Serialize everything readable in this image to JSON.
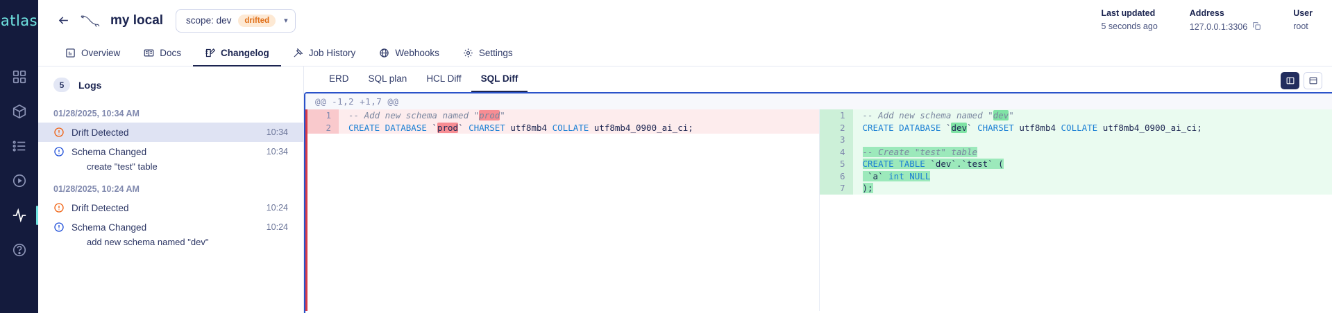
{
  "rail": {
    "logo": "atlas",
    "items": [
      {
        "name": "dashboard-icon",
        "label": "Dashboard",
        "active": false
      },
      {
        "name": "cube-icon",
        "label": "Projects",
        "active": false
      },
      {
        "name": "list-icon",
        "label": "Schemas",
        "active": false
      },
      {
        "name": "play-icon",
        "label": "Runs",
        "active": false
      },
      {
        "name": "activity-icon",
        "label": "Monitoring",
        "active": true
      },
      {
        "name": "help-icon",
        "label": "Help",
        "active": false
      }
    ]
  },
  "header": {
    "back_label": "Back",
    "title": "my local",
    "scope_label": "scope: dev",
    "scope_badge": "drifted",
    "chevron": "▾",
    "meta": [
      {
        "label": "Last updated",
        "value": "5 seconds ago"
      },
      {
        "label": "Address",
        "value": "127.0.0.1:3306"
      },
      {
        "label": "User",
        "value": "root"
      }
    ]
  },
  "tabs": [
    {
      "label": "Overview",
      "icon": "overview-icon",
      "active": false
    },
    {
      "label": "Docs",
      "icon": "docs-icon",
      "active": false
    },
    {
      "label": "Changelog",
      "icon": "changelog-icon",
      "active": true
    },
    {
      "label": "Job History",
      "icon": "job-history-icon",
      "active": false
    },
    {
      "label": "Webhooks",
      "icon": "webhooks-icon",
      "active": false
    },
    {
      "label": "Settings",
      "icon": "settings-icon",
      "active": false
    }
  ],
  "logs": {
    "count": "5",
    "title": "Logs",
    "groups": [
      {
        "date": "01/28/2025, 10:34 AM",
        "entries": [
          {
            "type": "drift",
            "label": "Drift Detected",
            "time": "10:34",
            "selected": true,
            "sub": ""
          },
          {
            "type": "schema",
            "label": "Schema Changed",
            "time": "10:34",
            "selected": false,
            "sub": "create \"test\" table"
          }
        ]
      },
      {
        "date": "01/28/2025, 10:24 AM",
        "entries": [
          {
            "type": "drift",
            "label": "Drift Detected",
            "time": "10:24",
            "selected": false,
            "sub": ""
          },
          {
            "type": "schema",
            "label": "Schema Changed",
            "time": "10:24",
            "selected": false,
            "sub": "add new schema named \"dev\""
          }
        ]
      }
    ]
  },
  "subtabs": [
    {
      "label": "ERD",
      "active": false
    },
    {
      "label": "SQL plan",
      "active": false
    },
    {
      "label": "HCL Diff",
      "active": false
    },
    {
      "label": "SQL Diff",
      "active": true
    }
  ],
  "view_toggle": [
    {
      "name": "split-view-button",
      "active": true
    },
    {
      "name": "unified-view-button",
      "active": false
    }
  ],
  "diff": {
    "hunk": "@@ -1,2 +1,7 @@",
    "left": [
      {
        "no": "1",
        "kind": "del"
      },
      {
        "no": "2",
        "kind": "del"
      },
      {
        "no": "",
        "kind": "empty"
      },
      {
        "no": "",
        "kind": "empty"
      },
      {
        "no": "",
        "kind": "empty"
      },
      {
        "no": "",
        "kind": "empty"
      },
      {
        "no": "",
        "kind": "empty"
      }
    ],
    "right": [
      {
        "no": "1",
        "kind": "add"
      },
      {
        "no": "2",
        "kind": "add"
      },
      {
        "no": "3",
        "kind": "add"
      },
      {
        "no": "4",
        "kind": "add"
      },
      {
        "no": "5",
        "kind": "add"
      },
      {
        "no": "6",
        "kind": "add"
      },
      {
        "no": "7",
        "kind": "add"
      }
    ],
    "left_text": [
      "-- Add new schema named \"prod\"",
      "CREATE DATABASE `prod` CHARSET utf8mb4 COLLATE utf8mb4_0900_ai_ci;"
    ],
    "right_text": [
      "-- Add new schema named \"dev\"",
      "CREATE DATABASE `dev` CHARSET utf8mb4 COLLATE utf8mb4_0900_ai_ci;",
      "",
      "-- Create \"test\" table",
      "CREATE TABLE `dev`.`test` (",
      "  `a` int NULL",
      ");"
    ]
  },
  "colors": {
    "brand_dark": "#141b3d",
    "accent_teal": "#6fe3e1",
    "drift_orange": "#e0701a",
    "add_green": "#7fe3a5",
    "del_red": "#f78d93",
    "focus_blue": "#2a52c9"
  }
}
